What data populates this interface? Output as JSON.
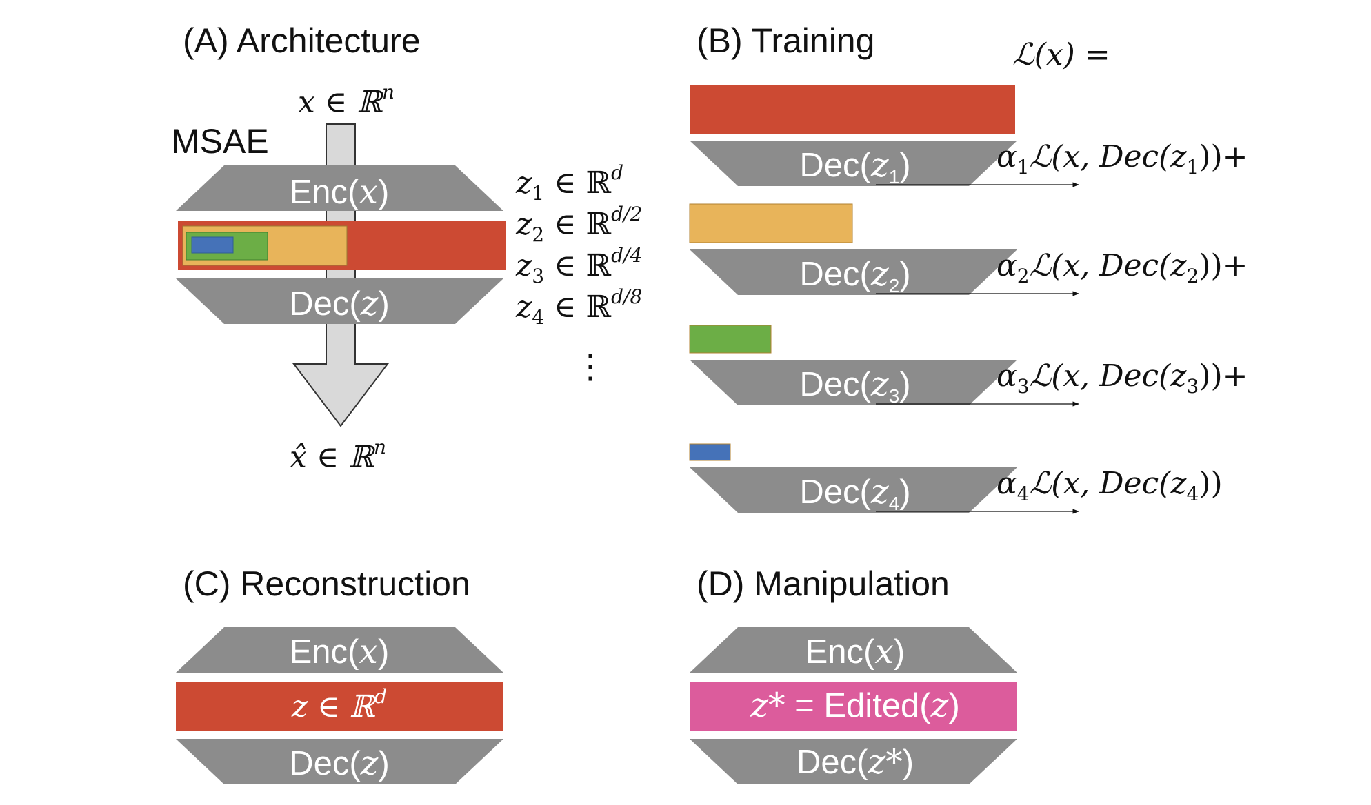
{
  "colors": {
    "red": "#cc4a33",
    "orange": "#e8b45a",
    "green": "#6cae46",
    "blue": "#4572b8",
    "pink": "#dc5c9c",
    "gray_block": "#8c8c8c",
    "arrow_fill": "#d9d9d9",
    "z1_text": "#b23b2a",
    "z2_text": "#e08a3c",
    "z3_text": "#3f7d2c",
    "z4_text": "#2f5d94"
  },
  "panel_a": {
    "title": "(A) Architecture",
    "input_label": "x ∈ ℝ",
    "input_sup": "n",
    "model_label": "MSAE",
    "enc_prefix": "Enc(",
    "enc_var": "x",
    "enc_suffix": ")",
    "dec_prefix": "Dec(",
    "dec_var": "z",
    "dec_suffix": ")",
    "output_label": "x̂ ∈ ℝ",
    "output_sup": "n",
    "latents": [
      {
        "base": "z",
        "sub": "1",
        "rel": " ∈ ℝ",
        "sup": "d"
      },
      {
        "base": "z",
        "sub": "2",
        "rel": " ∈ ℝ",
        "sup": "d/2"
      },
      {
        "base": "z",
        "sub": "3",
        "rel": " ∈ ℝ",
        "sup": "d/4"
      },
      {
        "base": "z",
        "sub": "4",
        "rel": " ∈ ℝ",
        "sup": "d/8"
      }
    ],
    "ellipsis": "⋮"
  },
  "panel_b": {
    "title": "(B) Training",
    "loss_head": "ℒ(x) =",
    "terms": [
      {
        "dec_prefix": "Dec(",
        "dec_var": "z",
        "dec_sub": "1",
        "dec_suffix": ")",
        "alpha": "α",
        "alpha_sub": "1",
        "loss_a": "ℒ(x, Dec(z",
        "loss_sub": "1",
        "loss_b": "))+",
        "bar_fraction": 1.0
      },
      {
        "dec_prefix": "Dec(",
        "dec_var": "z",
        "dec_sub": "2",
        "dec_suffix": ")",
        "alpha": "α",
        "alpha_sub": "2",
        "loss_a": "ℒ(x, Dec(z",
        "loss_sub": "2",
        "loss_b": "))+",
        "bar_fraction": 0.5
      },
      {
        "dec_prefix": "Dec(",
        "dec_var": "z",
        "dec_sub": "3",
        "dec_suffix": ")",
        "alpha": "α",
        "alpha_sub": "3",
        "loss_a": "ℒ(x, Dec(z",
        "loss_sub": "3",
        "loss_b": "))+",
        "bar_fraction": 0.25
      },
      {
        "dec_prefix": "Dec(",
        "dec_var": "z",
        "dec_sub": "4",
        "dec_suffix": ")",
        "alpha": "α",
        "alpha_sub": "4",
        "loss_a": "ℒ(x, Dec(z",
        "loss_sub": "4",
        "loss_b": "))",
        "bar_fraction": 0.125
      }
    ]
  },
  "panel_c": {
    "title": "(C) Reconstruction",
    "enc_prefix": "Enc(",
    "enc_var": "x",
    "enc_suffix": ")",
    "latent_label": "z ∈ ℝ",
    "latent_sup": "d",
    "dec_prefix": "Dec(",
    "dec_var": "z",
    "dec_suffix": ")"
  },
  "panel_d": {
    "title": "(D) Manipulation",
    "enc_prefix": "Enc(",
    "enc_var": "x",
    "enc_suffix": ")",
    "latent_var": "z*",
    "latent_eq": " = Edited(",
    "latent_arg": "z",
    "latent_close": ")",
    "dec_prefix": "Dec(",
    "dec_var": "z*",
    "dec_suffix": ")"
  }
}
